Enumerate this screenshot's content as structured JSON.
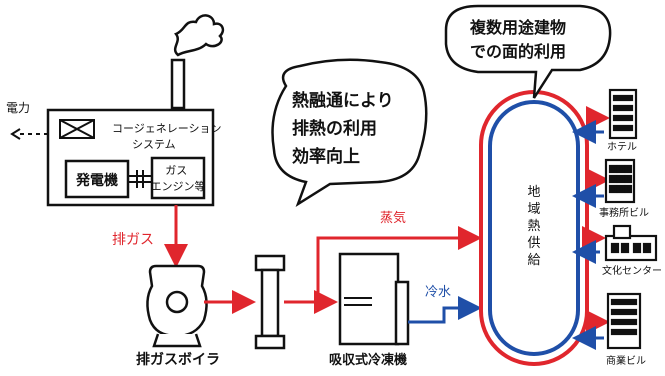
{
  "colors": {
    "steam": "#e0262d",
    "chilled": "#1f4fa8",
    "ink": "#111111"
  },
  "cogeneration": {
    "label": "コージェネレーション\nシステム",
    "generator": "発電機",
    "engine": "ガス\nエンジン等",
    "power_label": "電力",
    "exhaust_label": "排ガス"
  },
  "boiler_label": "排ガスボイラ",
  "chiller_label": "吸収式冷凍機",
  "steam_label": "蒸気",
  "chilled_water_label": "冷水",
  "district_heat_label": "地域熱供給",
  "bubble_left": "熱融通により\n排熱の利用\n効率向上",
  "bubble_right": "複数用途建物\nでの面的利用",
  "buildings": [
    "ホテル",
    "事務所ビル",
    "文化センター",
    "商業ビル"
  ]
}
